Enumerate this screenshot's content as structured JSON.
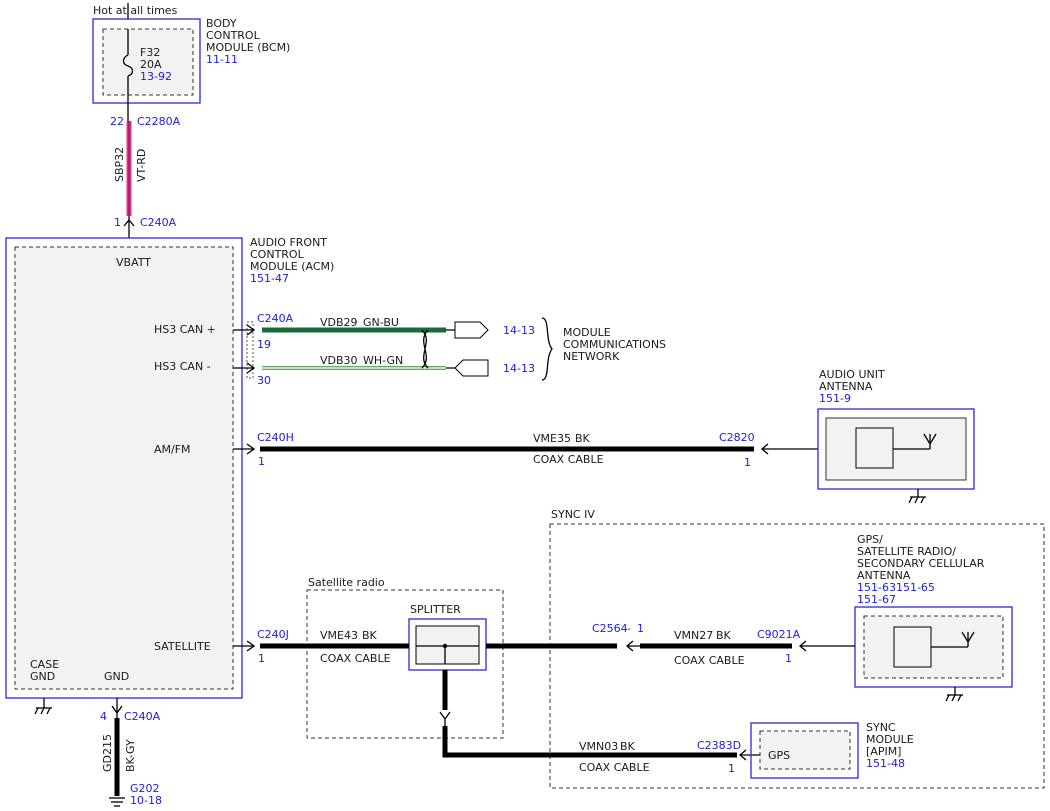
{
  "colors": {
    "module_border": "#2a2ad8",
    "ref_text": "#2020d0",
    "wire_vt_rd": "#e0338f",
    "wire_gn_bu": "#1a6b3a",
    "wire_wh_gn": "#6aa86a"
  },
  "power": {
    "label": "Hot at all times"
  },
  "bcm": {
    "title_l1": "BODY",
    "title_l2": "CONTROL",
    "title_l3": "MODULE (BCM)",
    "ref": "11-11",
    "fuse_name": "F32",
    "fuse_rating": "20A",
    "fuse_ref": "13-92"
  },
  "c2280a": {
    "pin": "22",
    "name": "C2280A"
  },
  "sbp32": {
    "circuit": "SBP32",
    "color": "VT-RD"
  },
  "c240a_top": {
    "pin": "1",
    "name": "C240A"
  },
  "acm": {
    "title_l1": "AUDIO FRONT",
    "title_l2": "CONTROL",
    "title_l3": "MODULE (ACM)",
    "ref": "151-47",
    "vbatt": "VBATT",
    "hs3_plus": "HS3 CAN +",
    "hs3_minus": "HS3 CAN -",
    "amfm": "AM/FM",
    "satellite": "SATELLITE",
    "case_gnd_l1": "CASE",
    "case_gnd_l2": "GND",
    "gnd": "GND"
  },
  "can": {
    "conn": "C240A",
    "pin_plus": "19",
    "pin_minus": "30",
    "vdb29": "VDB29",
    "vdb29_color": "GN-BU",
    "vdb30": "VDB30",
    "vdb30_color": "WH-GN",
    "ref_plus": "14-13",
    "ref_minus": "14-13",
    "net_l1": "MODULE",
    "net_l2": "COMMUNICATIONS",
    "net_l3": "NETWORK"
  },
  "amfm": {
    "conn": "C240H",
    "pin": "1",
    "circuit": "VME35",
    "color": "BK",
    "cable": "COAX CABLE",
    "far_conn": "C2820",
    "far_pin": "1"
  },
  "antenna": {
    "title_l1": "AUDIO UNIT",
    "title_l2": "ANTENNA",
    "ref": "151-9"
  },
  "sync": {
    "label": "SYNC IV"
  },
  "gps_ant": {
    "title_l1": "GPS/",
    "title_l2": "SATELLITE RADIO/",
    "title_l3": "SECONDARY CELLULAR",
    "title_l4": "ANTENNA",
    "ref1": "151-63151-65",
    "ref2": "151-67"
  },
  "satradio": {
    "label": "Satellite radio",
    "splitter": "SPLITTER",
    "conn": "C240J",
    "pin": "1",
    "circuit": "VME43",
    "color": "BK",
    "cable": "COAX CABLE"
  },
  "vmn27": {
    "conn_mid": "C2564",
    "pin_mid": "1",
    "circuit": "VMN27",
    "color": "BK",
    "cable": "COAX CABLE",
    "far_conn": "C9021A",
    "far_pin": "1"
  },
  "vmn03": {
    "circuit": "VMN03",
    "color": "BK",
    "cable": "COAX CABLE",
    "far_conn": "C2383D",
    "far_pin": "1"
  },
  "apim": {
    "gps": "GPS",
    "title_l1": "SYNC",
    "title_l2": "MODULE",
    "title_l3": "[APIM]",
    "ref": "151-48"
  },
  "gnd": {
    "pin": "4",
    "conn": "C240A",
    "circuit": "GD215",
    "color": "BK-GY",
    "splice": "G202",
    "ref": "10-18"
  }
}
